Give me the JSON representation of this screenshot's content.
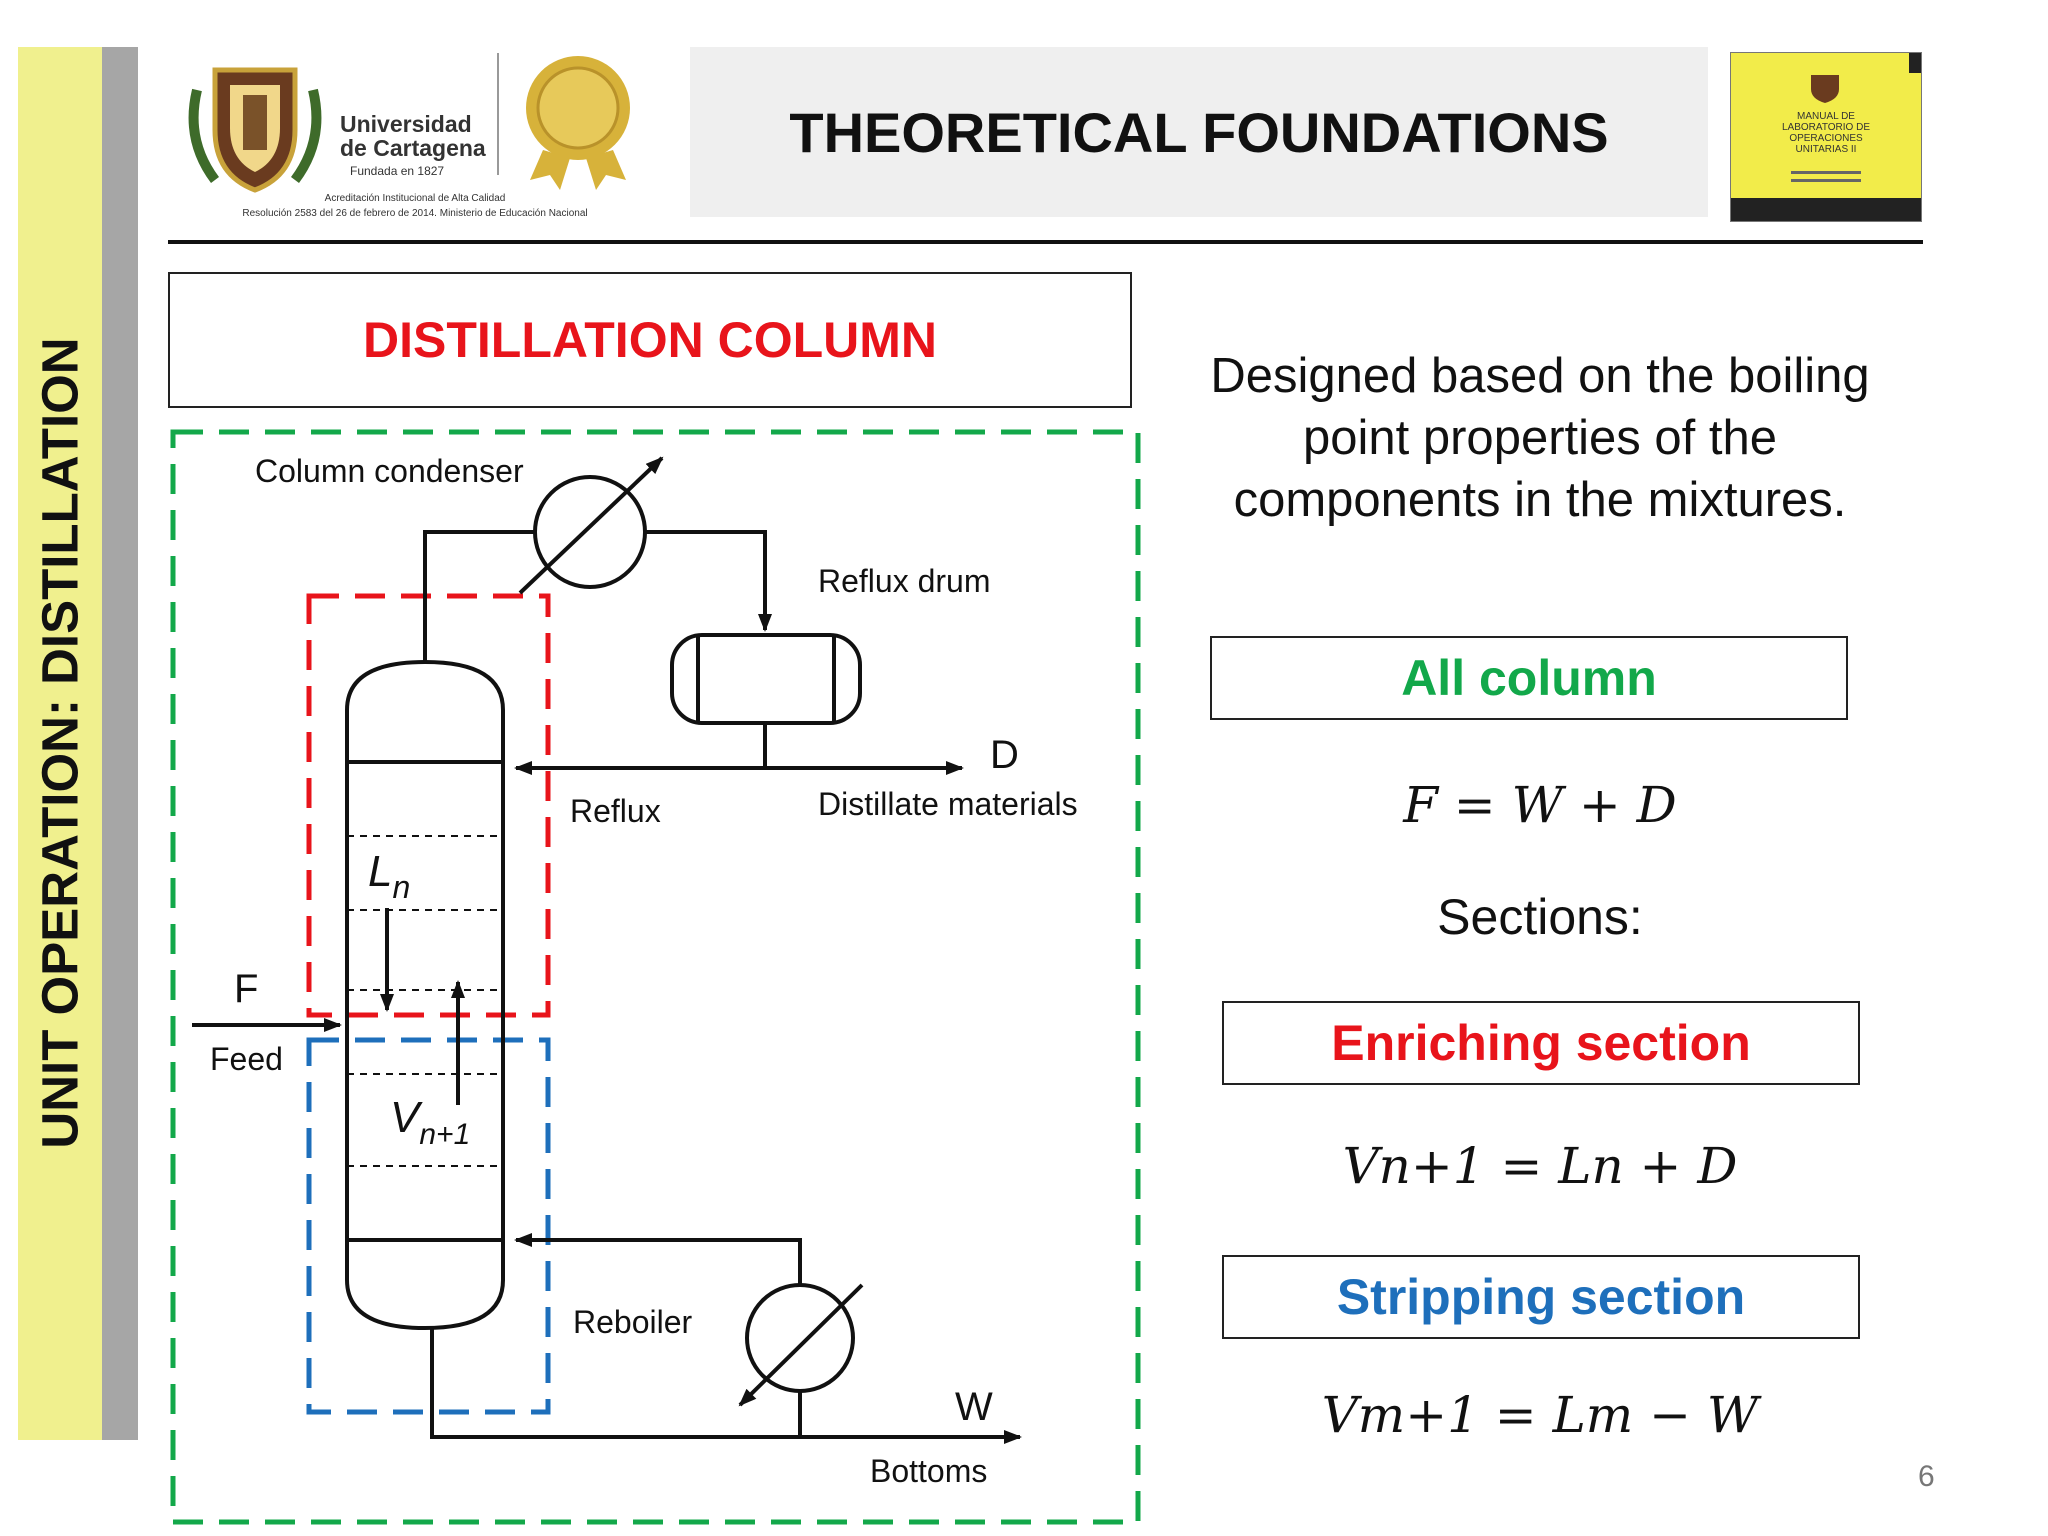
{
  "sidebar": {
    "title": "UNIT OPERATION: DISTILLATION"
  },
  "header": {
    "title": "THEORETICAL FOUNDATIONS",
    "university_name_line1": "Universidad",
    "university_name_line2": "de Cartagena",
    "founded": "Fundada en 1827",
    "accreditation_line1": "Acreditación Institucional de Alta Calidad",
    "accreditation_line2": "Resolución 2583 del 26 de febrero de 2014. Ministerio de Educación Nacional",
    "book_title_line1": "MANUAL DE",
    "book_title_line2": "LABORATORIO DE",
    "book_title_line3": "OPERACIONES",
    "book_title_line4": "UNITARIAS II"
  },
  "diagram": {
    "box_title": "DISTILLATION COLUMN",
    "labels": {
      "condenser": "Column condenser",
      "reflux_drum": "Reflux drum",
      "d": "D",
      "reflux": "Reflux",
      "distillate": "Distillate materials",
      "f": "F",
      "feed": "Feed",
      "ln": "L",
      "ln_sub": "n",
      "vn1": "V",
      "vn1_sub": "n+1",
      "reboiler": "Reboiler",
      "w": "W",
      "bottoms": "Bottoms"
    },
    "colors": {
      "green": "#13a84a",
      "red": "#e8141b",
      "blue": "#1e6fbb"
    }
  },
  "right": {
    "description": "Designed based on the boiling point properties of the components in the mixtures.",
    "all_column": "All column",
    "eq_all": "F = W + D",
    "sections_label": "Sections:",
    "enriching": "Enriching section",
    "eq_enriching": "Vn+1 = Ln + D",
    "stripping": "Stripping section",
    "eq_stripping": "Vm+1 = Lm − W"
  },
  "page_number": "6"
}
